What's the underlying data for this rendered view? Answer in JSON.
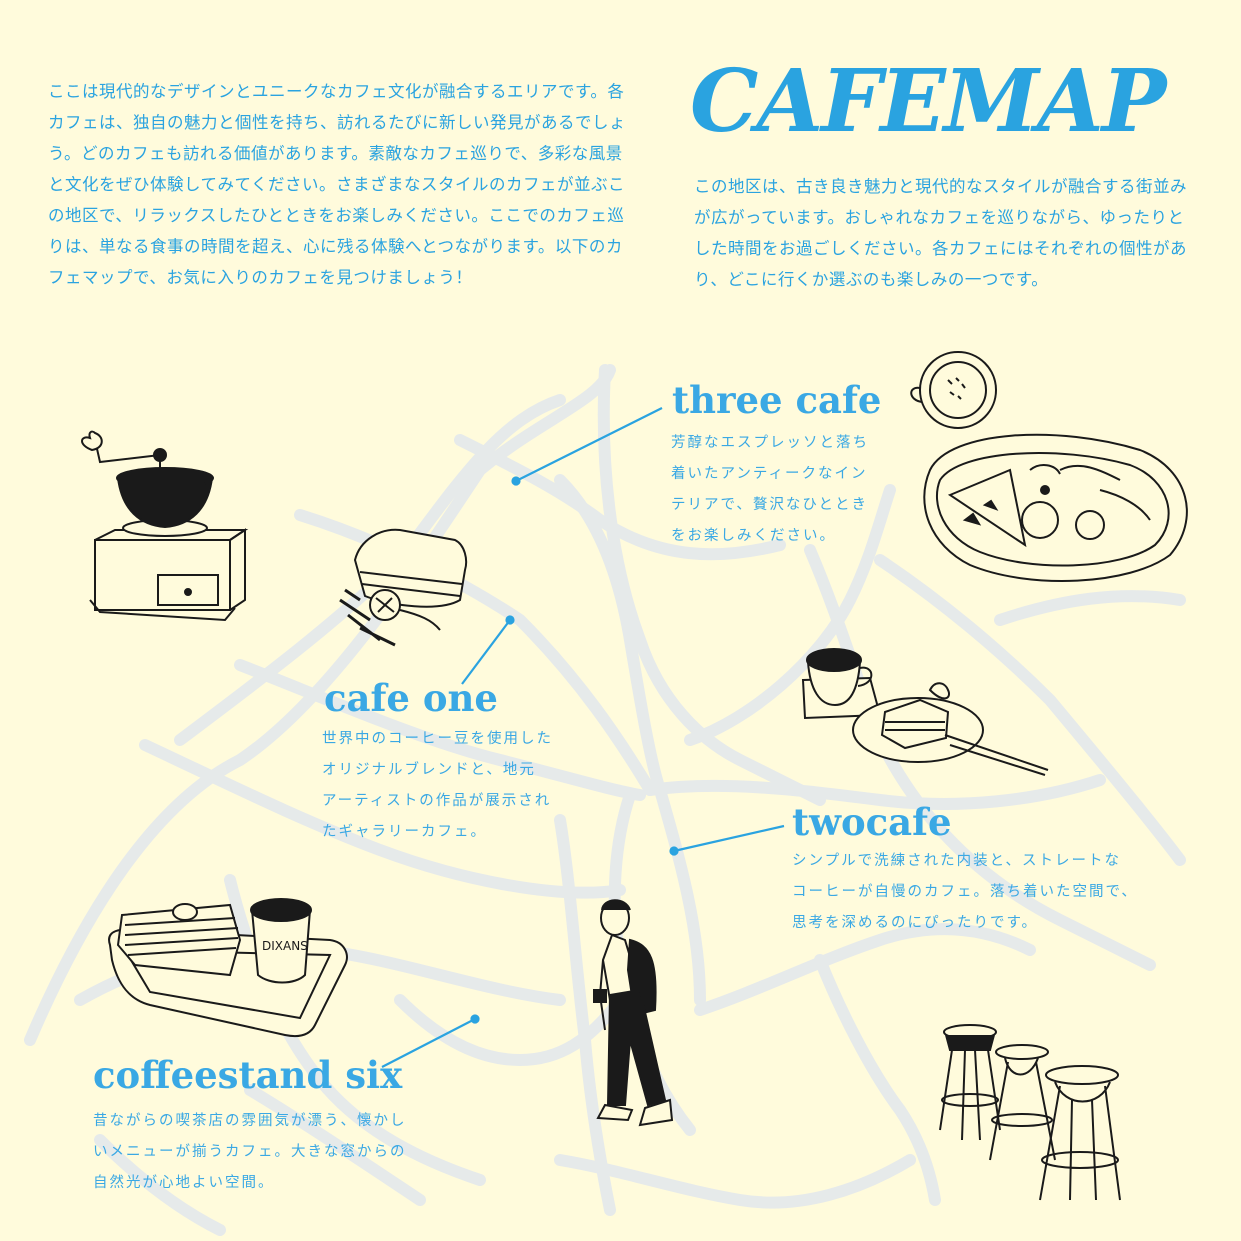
{
  "title": "CAFEMAP",
  "intro_left": "ここは現代的なデザインとユニークなカフェ文化が融合するエリアです。各カフェは、独自の魅力と個性を持ち、訪れるたびに新しい発見があるでしょう。どのカフェも訪れる価値があります。素敵なカフェ巡りで、多彩な風景と文化をぜひ体験してみてください。さまざまなスタイルのカフェが並ぶこの地区で、リラックスしたひとときをお楽しみください。ここでのカフェ巡りは、単なる食事の時間を超え、心に残る体験へとつながります。以下のカフェマップで、お気に入りのカフェを見つけましょう！",
  "intro_right": "この地区は、古き良き魅力と現代的なスタイルが融合する街並みが広がっています。おしゃれなカフェを巡りながら、ゆったりとした時間をお過ごしください。各カフェにはそれぞれの個性があり、どこに行くか選ぶのも楽しみの一つです。",
  "cafes": {
    "three": {
      "name": "three cafe",
      "desc": [
        "芳醇なエスプレッソと落ち",
        "着いたアンティークなイン",
        "テリアで、贅沢なひととき",
        "をお楽しみください。"
      ]
    },
    "one": {
      "name": "cafe one",
      "desc": [
        "世界中のコーヒー豆を使用した",
        "オリジナルブレンドと、地元",
        "アーティストの作品が展示され",
        "たギャラリーカフェ。"
      ]
    },
    "two": {
      "name": "twocafe",
      "desc": [
        "シンプルで洗練された内装と、ストレートな",
        "コーヒーが自慢のカフェ。落ち着いた空間で、",
        "思考を深めるのにぴったりです。"
      ]
    },
    "six": {
      "name": "coffeestand six",
      "desc": [
        "昔ながらの喫茶店の雰囲気が漂う、懐かし",
        "いメニューが揃うカフェ。大きな窓からの",
        "自然光が心地よい空間。"
      ]
    }
  },
  "colors": {
    "accent": "#2aa3e0",
    "road": "#e6eaea",
    "background": "#fffbdc",
    "ink": "#1a1a1a"
  },
  "illustrations": [
    "coffee-grinder-icon",
    "cake-icon",
    "latte-icon",
    "salad-plate-icon",
    "coffee-and-toast-icon",
    "toast-and-coffee-tray-icon",
    "walking-person-icon",
    "bar-stools-icon"
  ]
}
